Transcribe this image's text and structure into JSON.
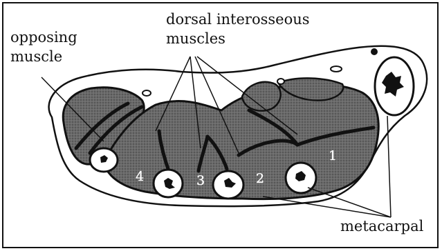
{
  "labels": {
    "opposing_line1": "opposing",
    "opposing_line2": "muscle",
    "dorsal_line1": "dorsal interosseous",
    "dorsal_line2": "muscles",
    "metacarpal": "metacarpal"
  },
  "muscle_numbers": [
    "1",
    "2",
    "3",
    "4"
  ],
  "colors": {
    "ink": "#111111",
    "muscle_fill": "#5f5f5f",
    "paper": "#ffffff"
  }
}
